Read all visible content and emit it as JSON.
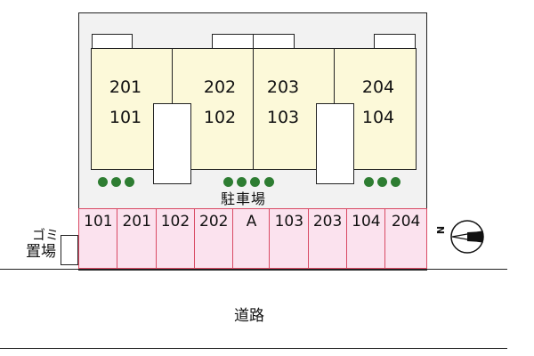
{
  "building": {
    "units_upper": [
      "201",
      "202",
      "203",
      "204"
    ],
    "units_lower": [
      "101",
      "102",
      "103",
      "104"
    ]
  },
  "parking": {
    "label": "駐車場",
    "spaces": [
      "101",
      "201",
      "102",
      "202",
      "A",
      "103",
      "203",
      "104",
      "204"
    ]
  },
  "garbage": {
    "label_top": "ゴミ",
    "label_bottom": "置場"
  },
  "road": {
    "label": "道路"
  },
  "compass": {
    "letter": "N",
    "icon": "compass-icon"
  },
  "colors": {
    "building_fill": "#fcf9d9",
    "parking_fill": "#fbe2ee",
    "parking_border": "#d94a64",
    "tree": "#2e7d32",
    "lot_fill": "#f2f2f2"
  }
}
